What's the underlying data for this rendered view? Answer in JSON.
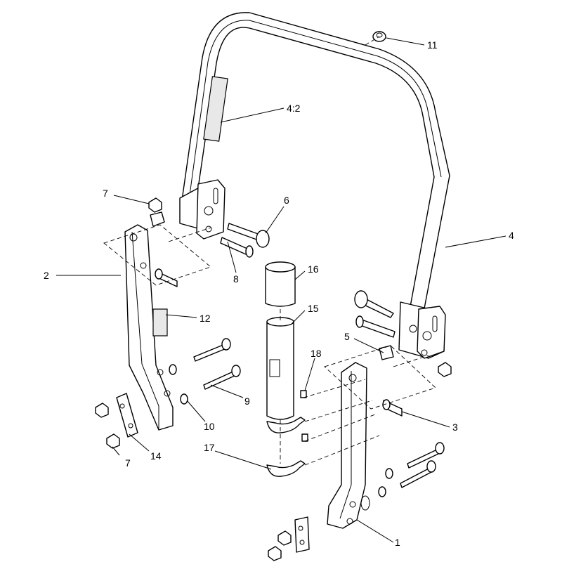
{
  "labels": {
    "l1": "1",
    "l2": "2",
    "l3": "3",
    "l4": "4",
    "l4_2": "4:2",
    "l5": "5",
    "l6": "6",
    "l7_top": "7",
    "l7_bottom": "7",
    "l8": "8",
    "l9": "9",
    "l10": "10",
    "l11": "11",
    "l12": "12",
    "l14": "14",
    "l15": "15",
    "l16": "16",
    "l17": "17",
    "l18": "18"
  },
  "colors": {
    "line": "#000000",
    "background": "#ffffff"
  }
}
